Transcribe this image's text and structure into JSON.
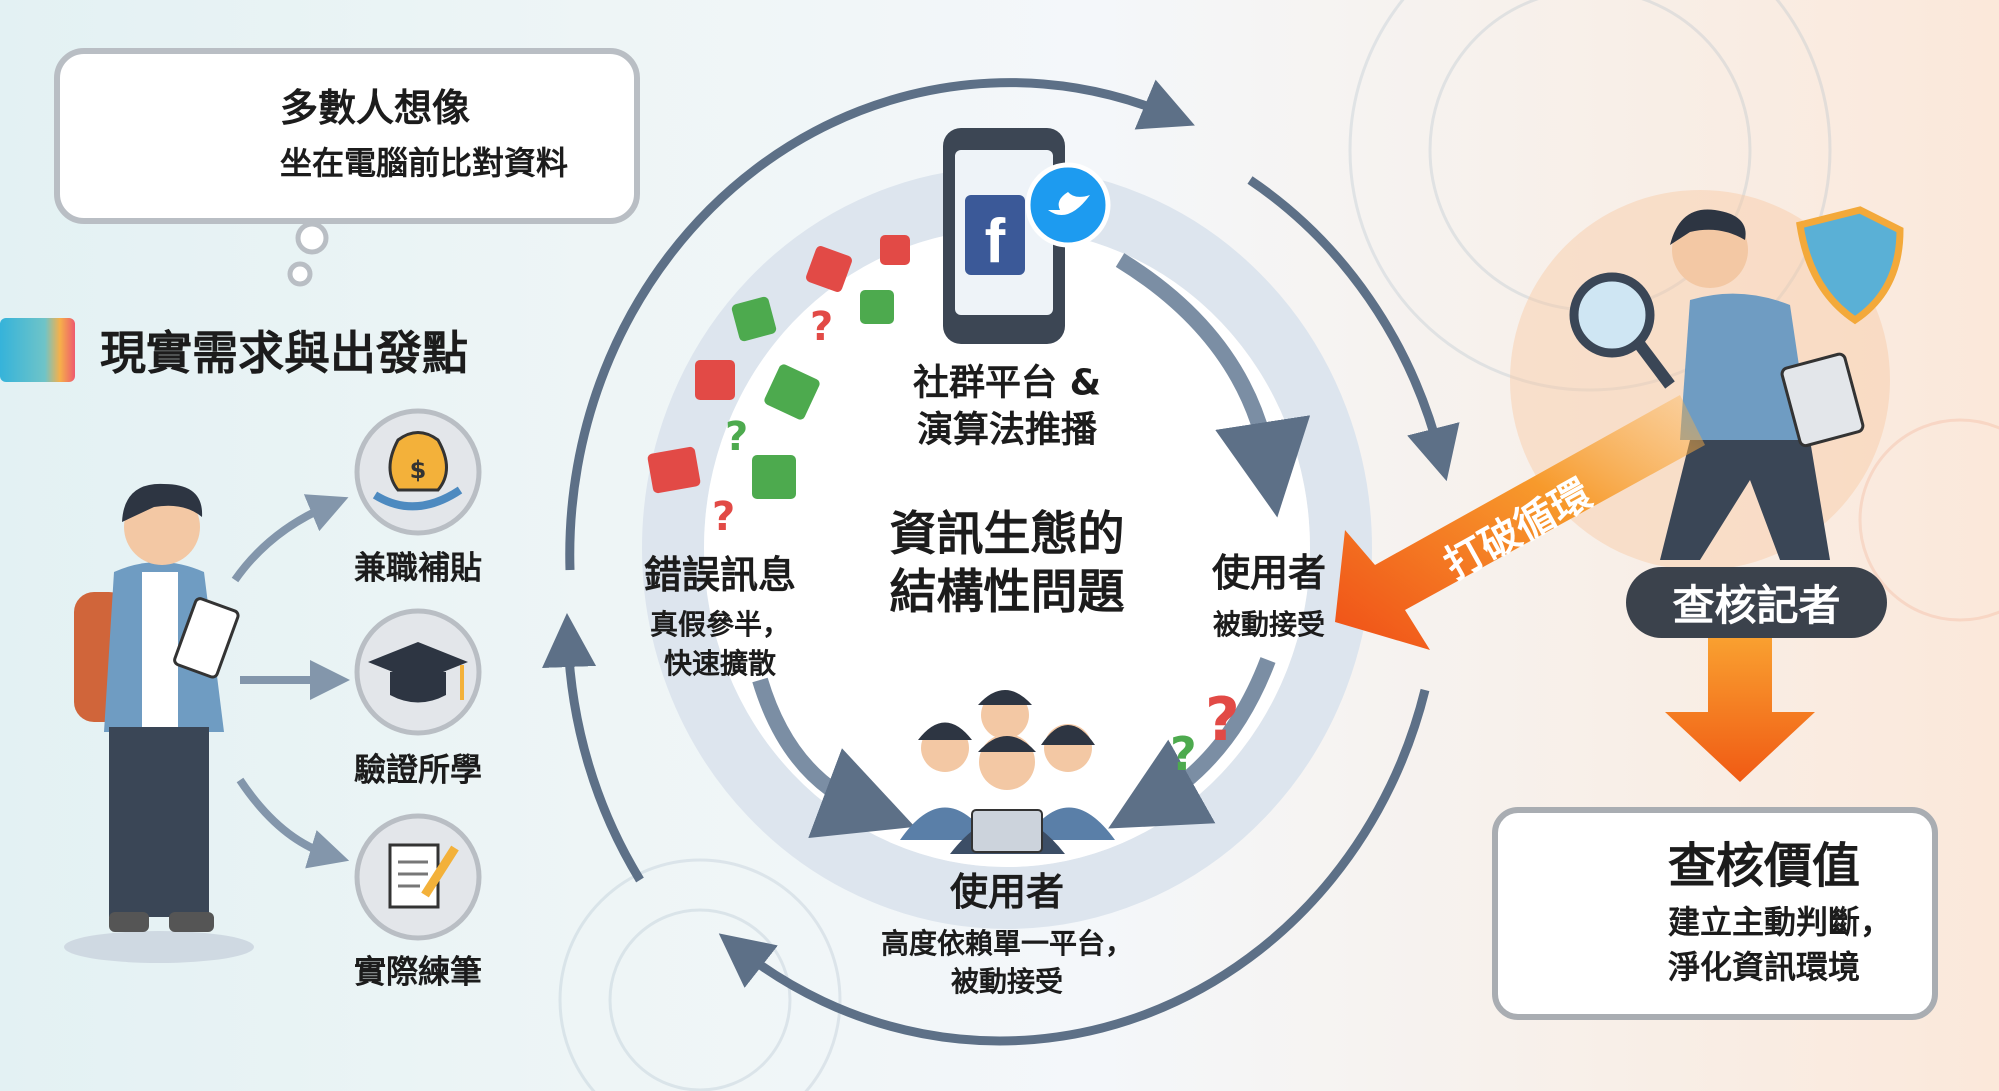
{
  "thought_bubble": {
    "title": "多數人想像",
    "subtitle": "坐在電腦前比對資料",
    "icon": "stressed-person-at-computer-icon"
  },
  "section_heading": "現實需求與出發點",
  "motivations": [
    {
      "label": "兼職補貼",
      "icon": "money-bag-hand-icon"
    },
    {
      "label": "驗證所學",
      "icon": "graduation-cap-icon"
    },
    {
      "label": "實際練筆",
      "icon": "document-pencil-icon"
    }
  ],
  "cycle": {
    "center_title_line1": "資訊生態的",
    "center_title_line2": "結構性問題",
    "platform_line1": "社群平台 &",
    "platform_line2": "演算法推播",
    "misinfo_title": "錯誤訊息",
    "misinfo_line1": "真假參半，",
    "misinfo_line2": "快速擴散",
    "user_right_title": "使用者",
    "user_right_desc": "被動接受",
    "user_bottom_title": "使用者",
    "user_bottom_line1": "高度依賴單一平台，",
    "user_bottom_line2": "被動接受"
  },
  "break_cycle": "打破循環",
  "fact_checker": "查核記者",
  "value_box": {
    "title": "查核價值",
    "line1": "建立主動判斷，",
    "line2": "淨化資訊環境",
    "icon": "light-bulb-icon"
  },
  "colors": {
    "ring": "#5d7087",
    "ring_light": "#dde5ee",
    "orange": "#f36a1e",
    "dark_pill": "#3b424c",
    "accent_bar": "#3ab0d8"
  }
}
